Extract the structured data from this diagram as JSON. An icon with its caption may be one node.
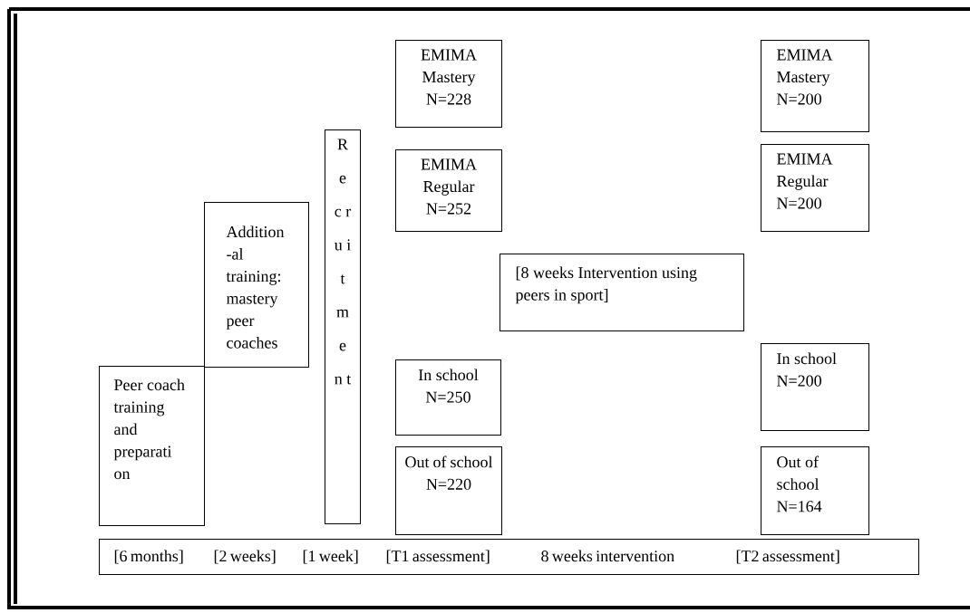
{
  "diagram": {
    "nodes": [
      {
        "text": [
          "EMIMA Mastery N=228"
        ]
      },
      {
        "text": [
          "EMIMA Mastery N=200"
        ]
      },
      {
        "text": [
          "R e c r u i t m e n t"
        ]
      },
      {
        "text": [
          "EMIMA Regular N=252"
        ]
      },
      {
        "text": [
          "EMIMA Regular N=200"
        ]
      },
      {
        "text": [
          "Addition -al training: mastery peer coaches"
        ]
      },
      {
        "text": [
          "[8 weeks Intervention using peers in sport]"
        ]
      },
      {
        "text": [
          "In school N=250"
        ]
      },
      {
        "text": [
          "In school N=200"
        ]
      },
      {
        "text": [
          "Peer coach training and preparati on"
        ]
      },
      {
        "text": [
          "Out of school N=220"
        ]
      },
      {
        "text": [
          "Out of school N=164"
        ]
      },
      {
        "text": [
          "[6 months]",
          "[2 weeks]",
          "[1 week]",
          "[T1 assessment]",
          "8 weeks intervention",
          "[T2 assessment]"
        ]
      }
    ]
  }
}
